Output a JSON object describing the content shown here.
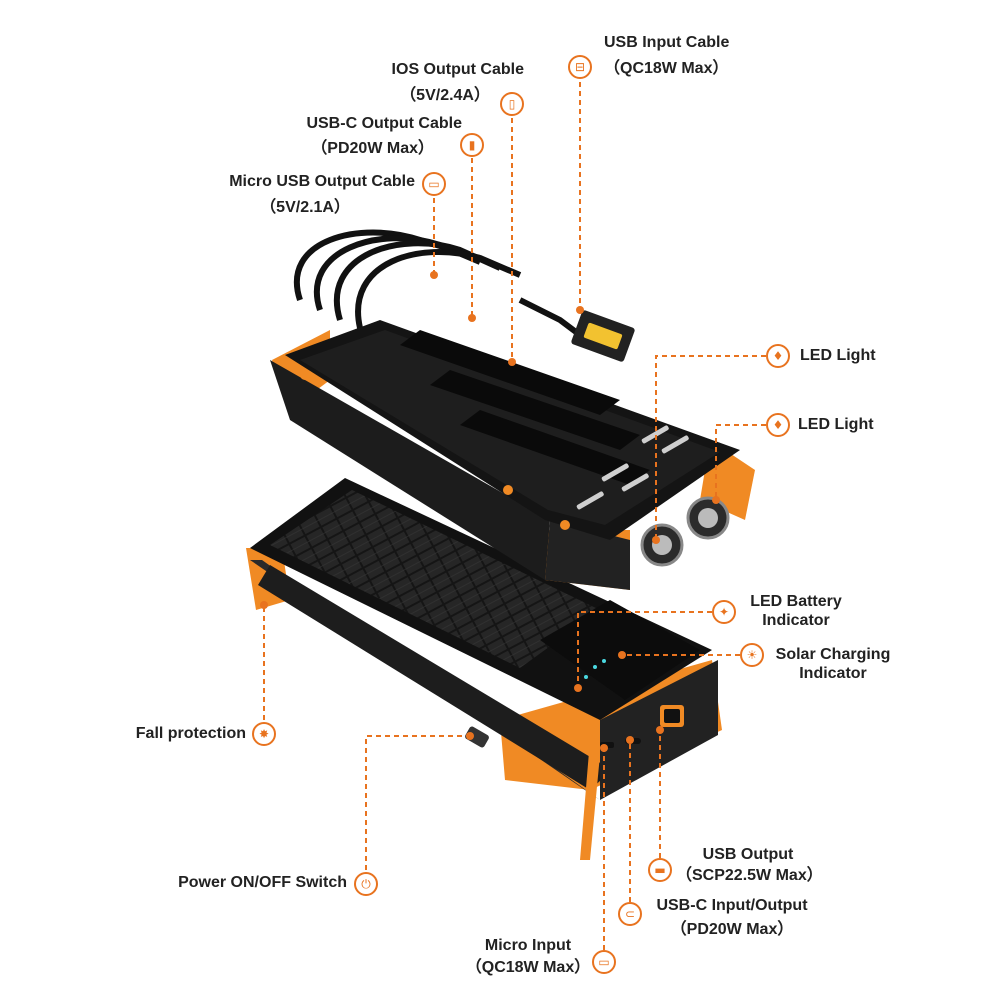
{
  "callouts": {
    "usb_input_cable": {
      "title": "USB Input Cable",
      "spec": "（QC18W Max）",
      "icon": "usb-plug-icon"
    },
    "ios_output_cable": {
      "title": "IOS Output Cable",
      "spec": "（5V/2.4A）",
      "icon": "lightning-plug-icon"
    },
    "usbc_output_cable": {
      "title": "USB-C Output Cable",
      "spec": "（PD20W Max）",
      "icon": "usb-c-plug-icon"
    },
    "micro_usb_output_cable": {
      "title": "Micro USB Output Cable",
      "spec": "（5V/2.1A）",
      "icon": "micro-usb-icon"
    },
    "led_light_1": {
      "title": "LED Light",
      "icon": "flashlight-icon"
    },
    "led_light_2": {
      "title": "LED Light",
      "icon": "flashlight-icon"
    },
    "led_battery_indicator": {
      "title": "LED Battery",
      "title2": "Indicator",
      "icon": "lightbulb-icon"
    },
    "solar_charging_indicator": {
      "title": "Solar Charging",
      "title2": "Indicator",
      "icon": "sun-icon"
    },
    "fall_protection": {
      "title": "Fall protection",
      "icon": "impact-icon"
    },
    "power_switch": {
      "title": "Power ON/OFF Switch",
      "icon": "power-icon"
    },
    "usb_output": {
      "title": "USB Output",
      "spec": "（SCP22.5W Max）",
      "icon": "usb-port-icon"
    },
    "usbc_io": {
      "title": "USB-C Input/Output",
      "spec": "（PD20W Max）",
      "icon": "usb-c-port-icon"
    },
    "micro_input": {
      "title": "Micro Input",
      "spec": "（QC18W Max）",
      "icon": "micro-usb-port-icon"
    }
  },
  "colors": {
    "accent": "#e8731f",
    "body": "#1e1e1e",
    "bumper": "#f08a24",
    "indicator": "#4ad8e0"
  },
  "product": "solar power bank with built-in cables"
}
